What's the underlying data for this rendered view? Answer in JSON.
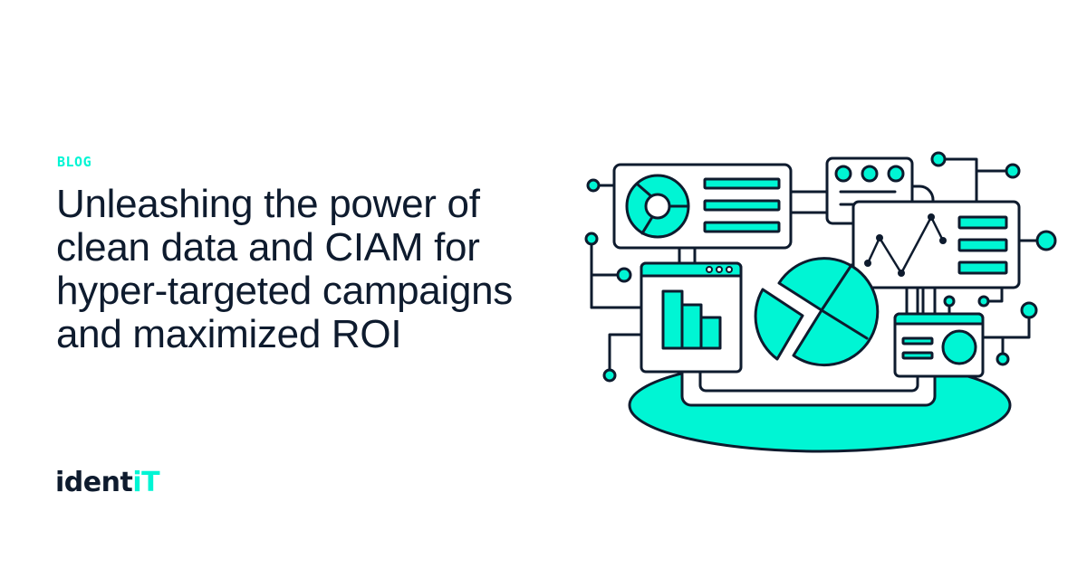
{
  "eyebrow": "BLOG",
  "headline": "Unleashing the power of clean data and CIAM for hyper-targeted campaigns and maximized ROI",
  "logo": {
    "part1": "ident",
    "part2": "iT"
  },
  "colors": {
    "accent": "#00f5d4",
    "ink": "#0e1b2e",
    "background": "#ffffff"
  },
  "illustration": {
    "name": "data-dashboards-illustration"
  }
}
